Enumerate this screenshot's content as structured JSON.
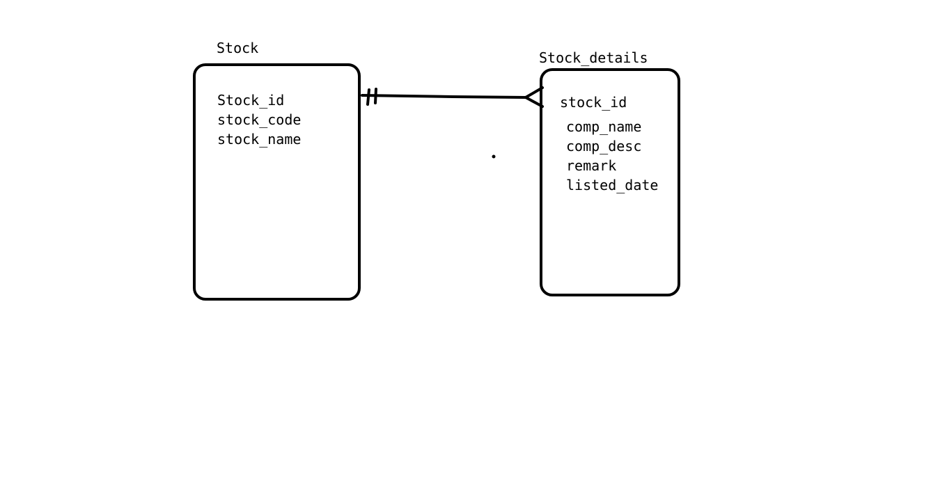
{
  "entities": {
    "stock": {
      "title": "Stock",
      "attributes": [
        "Stock_id",
        "stock_code",
        "stock_name"
      ]
    },
    "stock_details": {
      "title": "Stock_details",
      "attributes": [
        "stock_id",
        "comp_name",
        "comp_desc",
        "remark",
        "listed_date"
      ]
    }
  },
  "relationship": {
    "from": "Stock",
    "to": "Stock_details",
    "from_cardinality": "one-and-only-one",
    "to_cardinality": "many"
  },
  "colors": {
    "stroke": "#000000",
    "background": "#ffffff"
  }
}
